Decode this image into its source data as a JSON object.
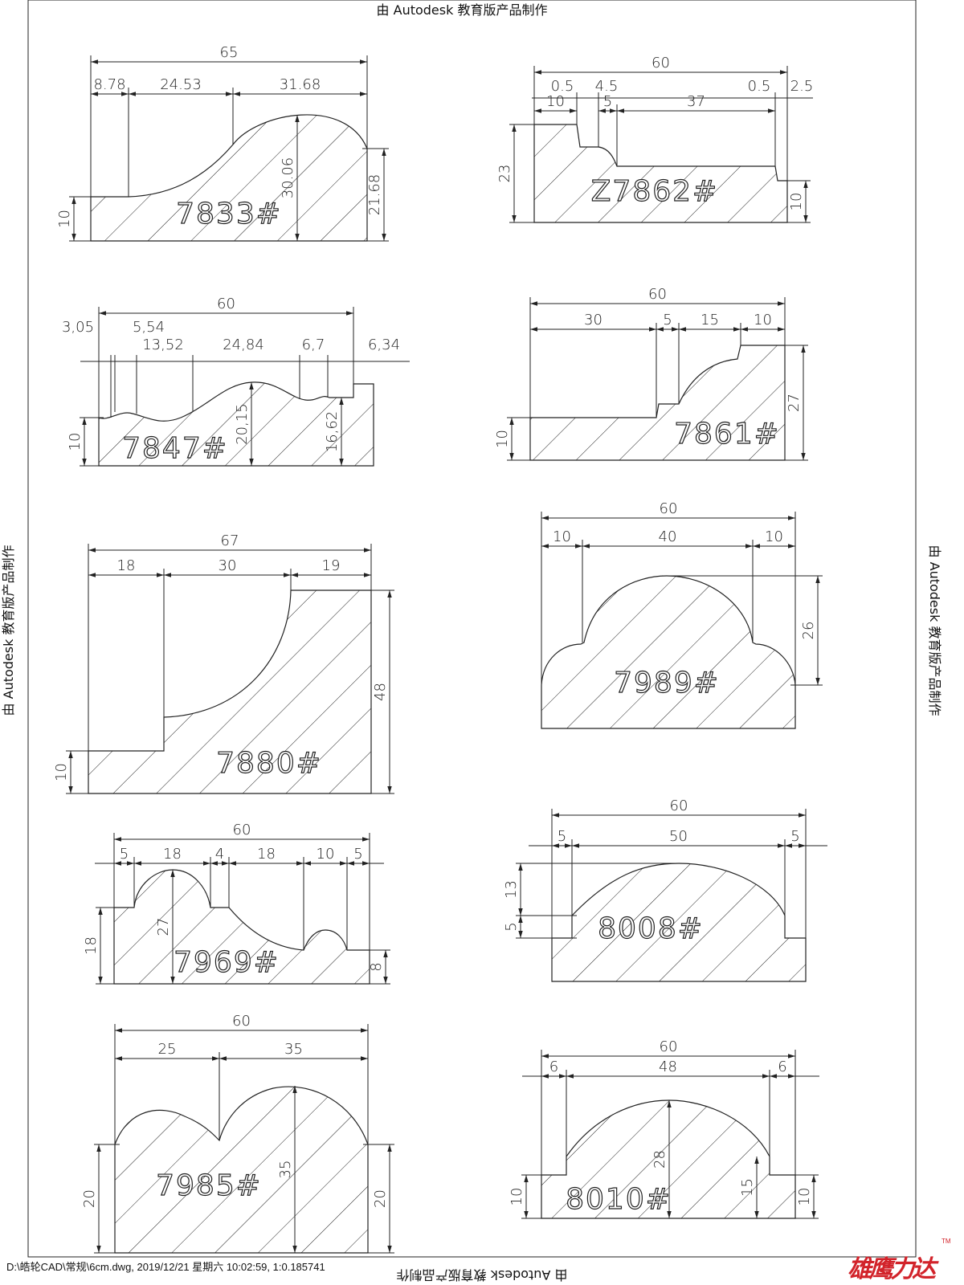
{
  "watermark": {
    "text": "由 Autodesk 教育版产品制作"
  },
  "footer": {
    "file_info": "D:\\皓轮CAD\\常规\\6cm.dwg, 2019/12/21 星期六 10:02:59, 1:0.185741"
  },
  "logo": {
    "text": "雄鹰力达",
    "mark": "TM"
  },
  "colors": {
    "line": "#222222",
    "logo": "#d2232a"
  },
  "profiles": [
    {
      "label": "7833#",
      "dims": [
        "65",
        "8.78",
        "24.53",
        "31.68",
        "10",
        "30.06",
        "21.68"
      ]
    },
    {
      "label": "Z7862#",
      "dims": [
        "60",
        "0.5",
        "4.5",
        "0.5",
        "2.5",
        "10",
        "5",
        "37",
        "23",
        "10"
      ]
    },
    {
      "label": "7847#",
      "dims": [
        "60",
        "3,05",
        "5,54",
        "13,52",
        "24,84",
        "6,7",
        "6,34",
        "10",
        "20,15",
        "16,62"
      ]
    },
    {
      "label": "7861#",
      "dims": [
        "60",
        "30",
        "5",
        "15",
        "10",
        "10",
        "27"
      ]
    },
    {
      "label": "7880#",
      "dims": [
        "67",
        "18",
        "30",
        "19",
        "10",
        "48"
      ]
    },
    {
      "label": "7989#",
      "dims": [
        "60",
        "10",
        "40",
        "10",
        "26"
      ]
    },
    {
      "label": "7969#",
      "dims": [
        "60",
        "5",
        "18",
        "4",
        "18",
        "10",
        "5",
        "18",
        "27",
        "8"
      ]
    },
    {
      "label": "8008#",
      "dims": [
        "60",
        "5",
        "50",
        "5",
        "13",
        "5"
      ]
    },
    {
      "label": "7985#",
      "dims": [
        "60",
        "25",
        "35",
        "20",
        "35",
        "20"
      ]
    },
    {
      "label": "8010#",
      "dims": [
        "60",
        "6",
        "48",
        "6",
        "10",
        "28",
        "15",
        "10"
      ]
    }
  ]
}
